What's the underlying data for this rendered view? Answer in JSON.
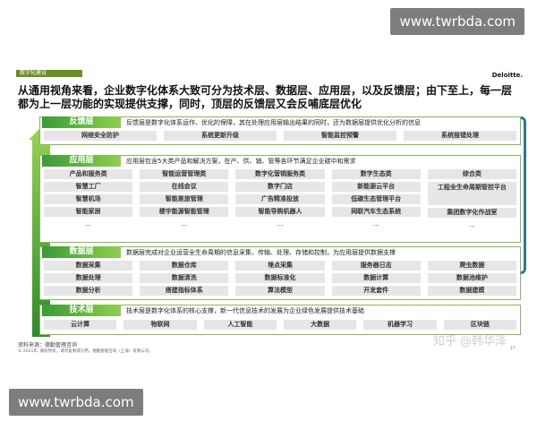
{
  "watermarks": {
    "top": "www.twrbda.com",
    "bottom": "www.twrbda.com"
  },
  "slide": {
    "tag": "数字化建设",
    "brand": "Deloitte.",
    "headline": "从通用视角来看，企业数字化体系大致可分为技术层、数据层、应用层，以及反馈层；由下至上，每一层都为上一层功能的实现提供支撑，同时，顶层的反馈层又会反哺底层优化",
    "layers": {
      "feedback": {
        "label": "反馈层",
        "desc": "反馈层是数字化体系运作、优化的保障，其在处理应用层输出结果的同时，还为数据层提供优化分析的信息",
        "items": [
          "网络安全防护",
          "系统更新升级",
          "智能监控预警",
          "系统报错处理"
        ]
      },
      "application": {
        "label": "应用层",
        "desc": "应用层包含5大类产品和解决方案，在产、供、销、管等各环节满足企业碳中和需求",
        "columns": [
          {
            "header": "产品和服务类",
            "items": [
              "智慧工厂",
              "智慧机场",
              "智能家居",
              "..."
            ]
          },
          {
            "header": "智能运营管理类",
            "items": [
              "在线会议",
              "智能差旅管理",
              "楼宇能源智能管理",
              "..."
            ]
          },
          {
            "header": "数字化营销服务类",
            "items": [
              "数字门店",
              "广告精准投放",
              "智能导购机器人",
              "..."
            ]
          },
          {
            "header": "数字生态类",
            "items": [
              "新能源云平台",
              "低碳生态管理平台",
              "网联汽车生态系统",
              "..."
            ]
          },
          {
            "header": "综合类",
            "items": [
              "工程全生命周期管控平台",
              "集团数字化作战室",
              "..."
            ]
          }
        ]
      },
      "data": {
        "label": "数据层",
        "desc": "数据层完成对企业运营全生命周期的信息采集、传输、处理、存储和控制，为应用层提供数据支撑",
        "items": [
          "数据采集",
          "数据仓库",
          "埋点采集",
          "服务器日志",
          "爬虫数据",
          "数据处理",
          "数据清洗",
          "数据标准化",
          "数据计算",
          "数据池维护",
          "数据分析",
          "搭建指标体系",
          "算法模型",
          "开发套件",
          "数据建模"
        ]
      },
      "tech": {
        "label": "技术层",
        "desc": "技术层是数字化体系的核心支撑，新一代信息技术的发展为企业绿色发展提供技术基础",
        "items": [
          "云计算",
          "物联网",
          "人工智能",
          "大数据",
          "机器学习",
          "区块链"
        ]
      }
    },
    "source": "资料来源：德勤管理咨询",
    "copyright": "© 2021年. 版权所有。请勿复制或引用。德勤管理咨询（上海）有限公司。",
    "zhihu_mark": "知乎 @韩华泽",
    "page": "17"
  }
}
